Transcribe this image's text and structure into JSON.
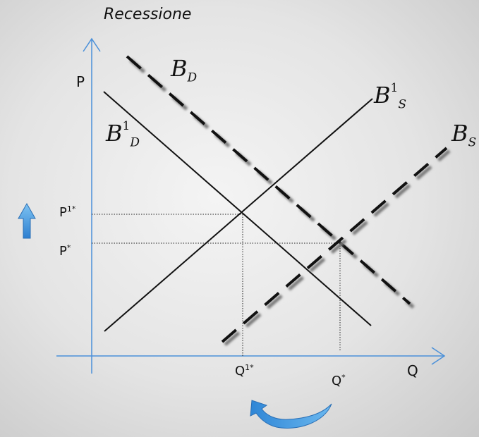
{
  "title": "Recessione",
  "axes": {
    "y_label": "P",
    "x_label": "Q"
  },
  "curves": {
    "bd": {
      "base": "B",
      "sub": "D"
    },
    "b1d": {
      "base": "B",
      "sup": "1",
      "sub": "D"
    },
    "b1s": {
      "base": "B",
      "sup": "1",
      "sub": "S"
    },
    "bs": {
      "base": "B",
      "sub": "S"
    }
  },
  "ticks": {
    "p1": {
      "base": "P",
      "sup": "1*"
    },
    "p": {
      "base": "P",
      "sup": "*"
    },
    "q1": {
      "base": "Q",
      "sup": "1*"
    },
    "q": {
      "base": "Q",
      "sup": "*"
    }
  },
  "colors": {
    "axis": "#4a90d9",
    "arrow": "#3f8fd6",
    "line": "#111111"
  },
  "icons": [
    "up-arrow-icon",
    "curved-arrow-icon"
  ]
}
